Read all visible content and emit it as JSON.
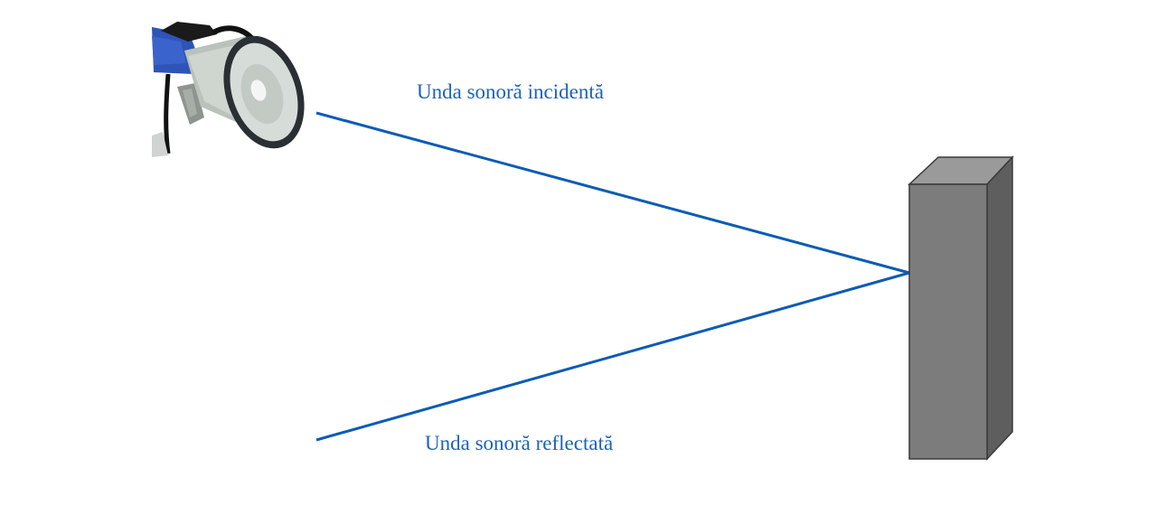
{
  "labels": {
    "incident": "Unda sonoră incidentă",
    "reflected": "Unda sonoră reflectată"
  },
  "colors": {
    "ray": "#0b5cb5",
    "label": "#1a63b8",
    "wall_front": "#7c7c7c",
    "wall_side": "#5e5e5e",
    "wall_top": "#9a9a9a",
    "megaphone_body": "#c8cfc9",
    "megaphone_handle": "#2f54b8"
  },
  "icons": {
    "source": "megaphone-icon",
    "obstacle": "wall-block"
  }
}
